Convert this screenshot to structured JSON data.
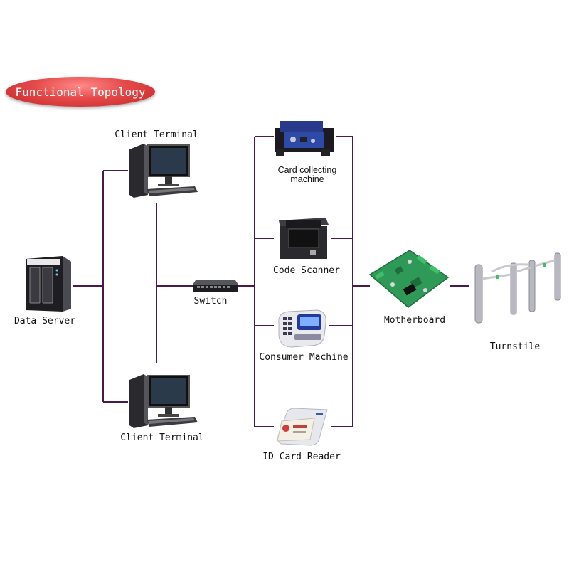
{
  "title": "Functional Topology",
  "nodes": {
    "data_server": {
      "label": "Data Server",
      "icon": "nas-server-icon"
    },
    "client_terminal_top": {
      "label": "Client Terminal",
      "icon": "desktop-computer-icon"
    },
    "client_terminal_bottom": {
      "label": "Client Terminal",
      "icon": "desktop-computer-icon"
    },
    "switch": {
      "label": "Switch",
      "icon": "network-switch-icon"
    },
    "card_collecting": {
      "label_line1": "Card collecting",
      "label_line2": "machine",
      "icon": "card-collecting-machine-icon"
    },
    "code_scanner": {
      "label": "Code Scanner",
      "icon": "code-scanner-icon"
    },
    "consumer_machine": {
      "label": "Consumer Machine",
      "icon": "consumer-machine-icon"
    },
    "id_card_reader": {
      "label": "ID Card Reader",
      "icon": "id-card-reader-icon"
    },
    "motherboard": {
      "label": "Motherboard",
      "icon": "circuit-board-icon"
    },
    "turnstile": {
      "label": "Turnstile",
      "icon": "turnstile-gate-icon"
    }
  },
  "colors": {
    "link": "#4a1a48",
    "badge": "#d93a3a",
    "board": "#2f9a58"
  }
}
